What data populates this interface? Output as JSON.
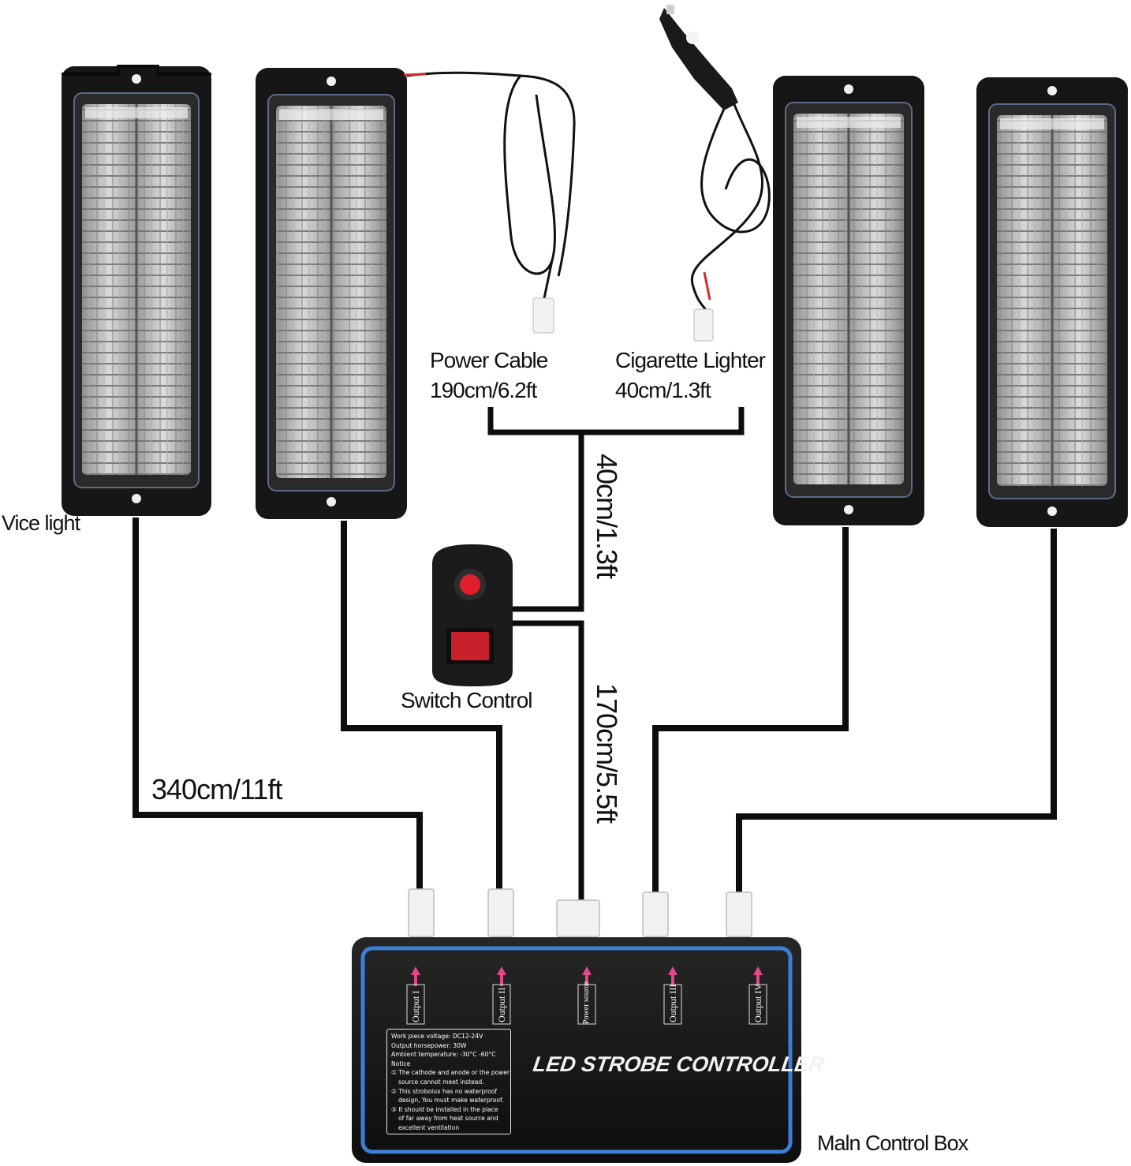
{
  "labels": {
    "vice_light": "Vice light",
    "power_cable_title": "Power Cable",
    "power_cable_length": "190cm/6.2ft",
    "cigarette_lighter_title": "Cigarette Lighter",
    "cigarette_lighter_length": "40cm/1.3ft",
    "switch_control": "Switch Control",
    "cable_340": "340cm/11ft",
    "cable_40": "40cm/1.3ft",
    "cable_170": "170cm/5.5ft",
    "main_control_box": "Maln Control Box"
  },
  "controller": {
    "title": "LED STROBE CONTROLLER",
    "outputs": [
      "Output I",
      "Output II",
      "Power source",
      "Output III",
      "Output IV"
    ],
    "spec": {
      "line1": "Work piece voltage:    DC12-24V",
      "line2": "Output horsepower:      30W",
      "line3": "Ambient temperature:  -30°C -60°C",
      "line4": "Notice",
      "line5": "① The cathode and anode or the power",
      "line6": "source cannot meet instead.",
      "line7": "② This stroboiux  has no waterproof",
      "line8": "design, You must  make waterproof.",
      "line9": "③ It should be  installed in the place",
      "line10": "of far away  from heat source and",
      "line11": "excellent ventilation"
    }
  },
  "colors": {
    "cable": "#0d0d0d",
    "housing": "#1c1c1c",
    "lens": "#c9c9c9",
    "controller_border": "#3d7fd6",
    "arrow": "#e2478a",
    "switch_button": "#e01e2a"
  }
}
